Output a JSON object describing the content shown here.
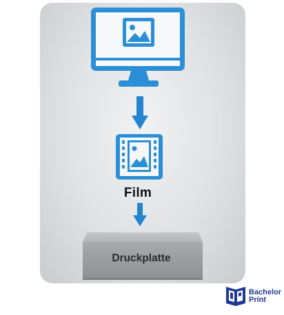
{
  "diagram": {
    "steps": [
      {
        "kind": "monitor",
        "icon": "monitor-image-icon"
      },
      {
        "kind": "film",
        "icon": "film-image-icon",
        "label": "Film"
      },
      {
        "kind": "plate",
        "label": "Druckplatte"
      }
    ],
    "colors": {
      "icon_blue": "#2a8fd6",
      "arrow_blue": "#2484d0",
      "plate_gray": "#a8aaab"
    }
  },
  "logo": {
    "line1": "Bachelor",
    "line2": "Print"
  }
}
